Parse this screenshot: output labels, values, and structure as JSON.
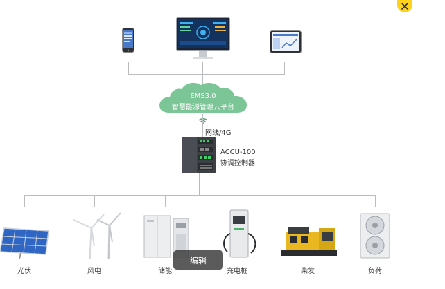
{
  "cloud": {
    "title": "EMS3.0",
    "subtitle": "智慧能源管理云平台"
  },
  "link": {
    "label": "网线/4G"
  },
  "controller": {
    "model": "ACCU-100",
    "name": "协调控制器"
  },
  "devices": [
    {
      "label": "光伏"
    },
    {
      "label": "风电"
    },
    {
      "label": "储能"
    },
    {
      "label": "充电桩"
    },
    {
      "label": "柴发"
    },
    {
      "label": "负荷"
    }
  ],
  "edit_button": {
    "label": "编辑"
  },
  "colors": {
    "cloud": "#7cc596",
    "accent_close": "#ffd21e",
    "line": "#b9bcc0",
    "controller": "#3c3f44"
  },
  "icons": {
    "close": "close-icon",
    "wifi": "wifi-icon"
  }
}
